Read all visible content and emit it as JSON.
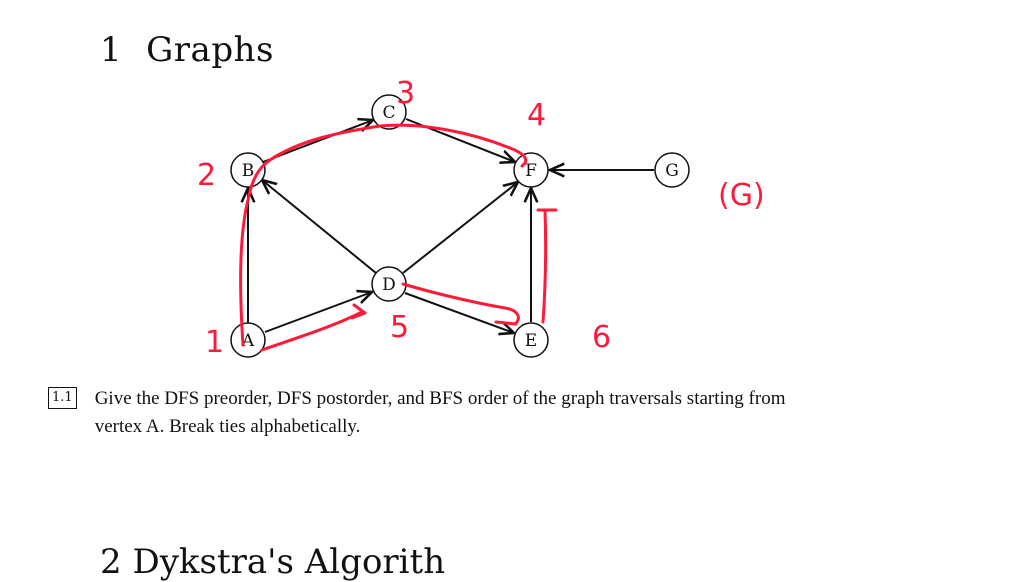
{
  "section": {
    "number": "1",
    "title": "Graphs"
  },
  "graph": {
    "nodes": [
      "A",
      "B",
      "C",
      "D",
      "E",
      "F",
      "G"
    ],
    "edges": [
      [
        "A",
        "B"
      ],
      [
        "A",
        "D"
      ],
      [
        "B",
        "C"
      ],
      [
        "C",
        "F"
      ],
      [
        "D",
        "B"
      ],
      [
        "D",
        "F"
      ],
      [
        "D",
        "E"
      ],
      [
        "E",
        "F"
      ],
      [
        "G",
        "F"
      ]
    ]
  },
  "annotations": {
    "color": "#ff1a3a",
    "labels": [
      "1",
      "2",
      "3",
      "4",
      "5",
      "6",
      "(G)"
    ]
  },
  "problem": {
    "number": "1.1",
    "text": "Give the DFS preorder, DFS postorder, and BFS order of the graph traversals starting from vertex A. Break ties alphabetically."
  },
  "next_section": {
    "title_partial": "2   Dykstra's Algorith"
  }
}
